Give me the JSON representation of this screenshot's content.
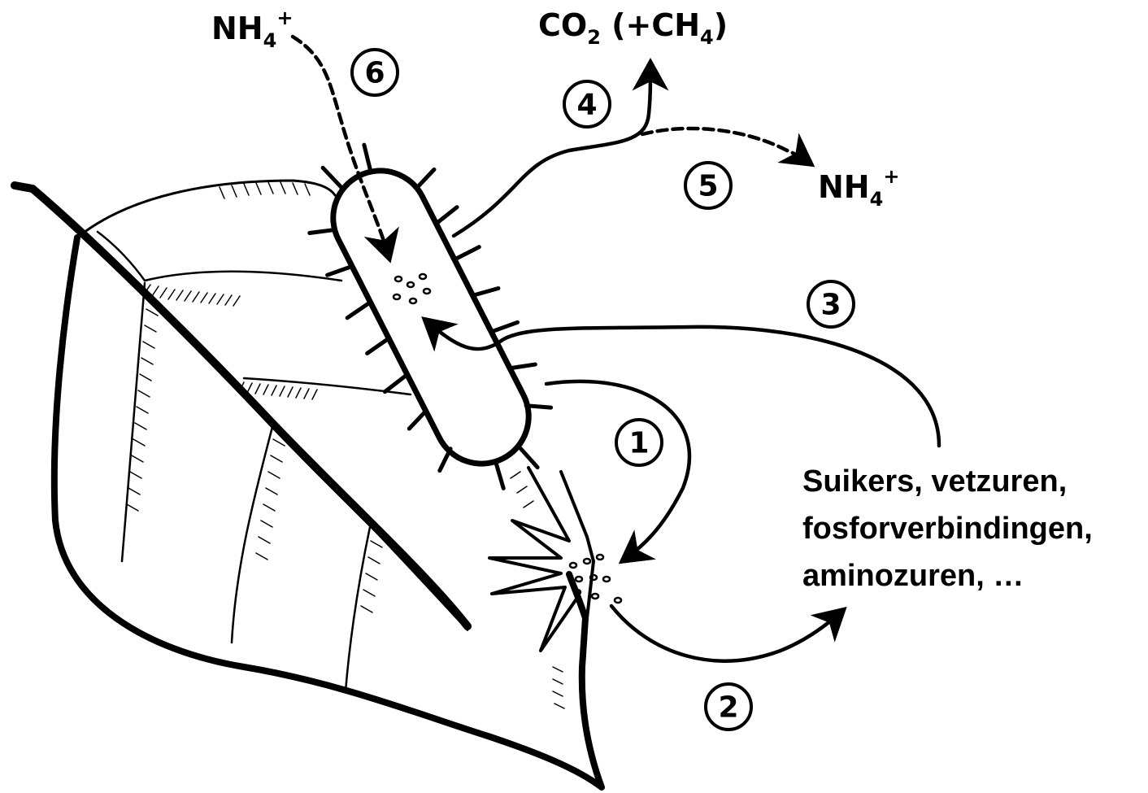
{
  "labels": {
    "nh4_in": {
      "main": "NH",
      "sub": "4",
      "sup": "+"
    },
    "nh4_out": {
      "main": "NH",
      "sub": "4",
      "sup": "+"
    },
    "co2": {
      "part1": "CO",
      "sub1": "2",
      "part2": " (+CH",
      "sub2": "4",
      "part3": ")"
    }
  },
  "steps": [
    "1",
    "2",
    "3",
    "4",
    "5",
    "6"
  ],
  "compounds": [
    "Suikers, vetzuren,",
    "fosforverbindingen,",
    "aminozuren, …"
  ],
  "colors": {
    "ink": "#000000",
    "background": "#ffffff"
  }
}
